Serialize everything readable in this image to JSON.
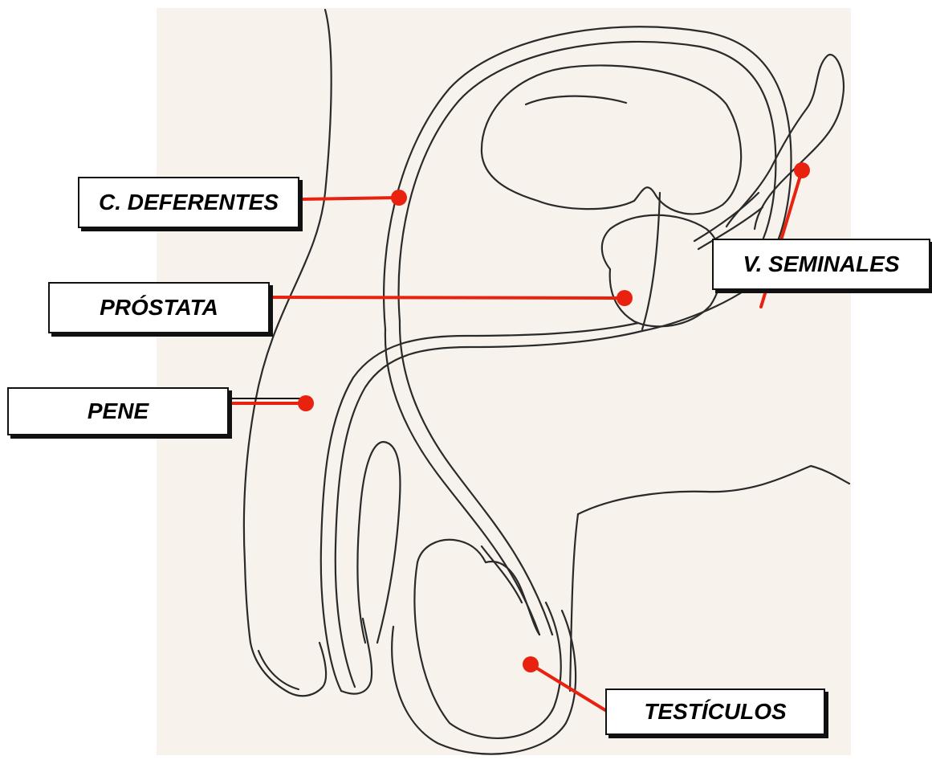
{
  "labels": {
    "deferentes": "C. DEFERENTES",
    "prostata": "PRÓSTATA",
    "pene": "PENE",
    "seminales": "V. SEMINALES",
    "testiculos": "TESTÍCULOS"
  },
  "colors": {
    "outline": "#2a2a2a",
    "pointer": "#e8220f",
    "box_border": "#111111",
    "paper": "#f7f3ec"
  }
}
